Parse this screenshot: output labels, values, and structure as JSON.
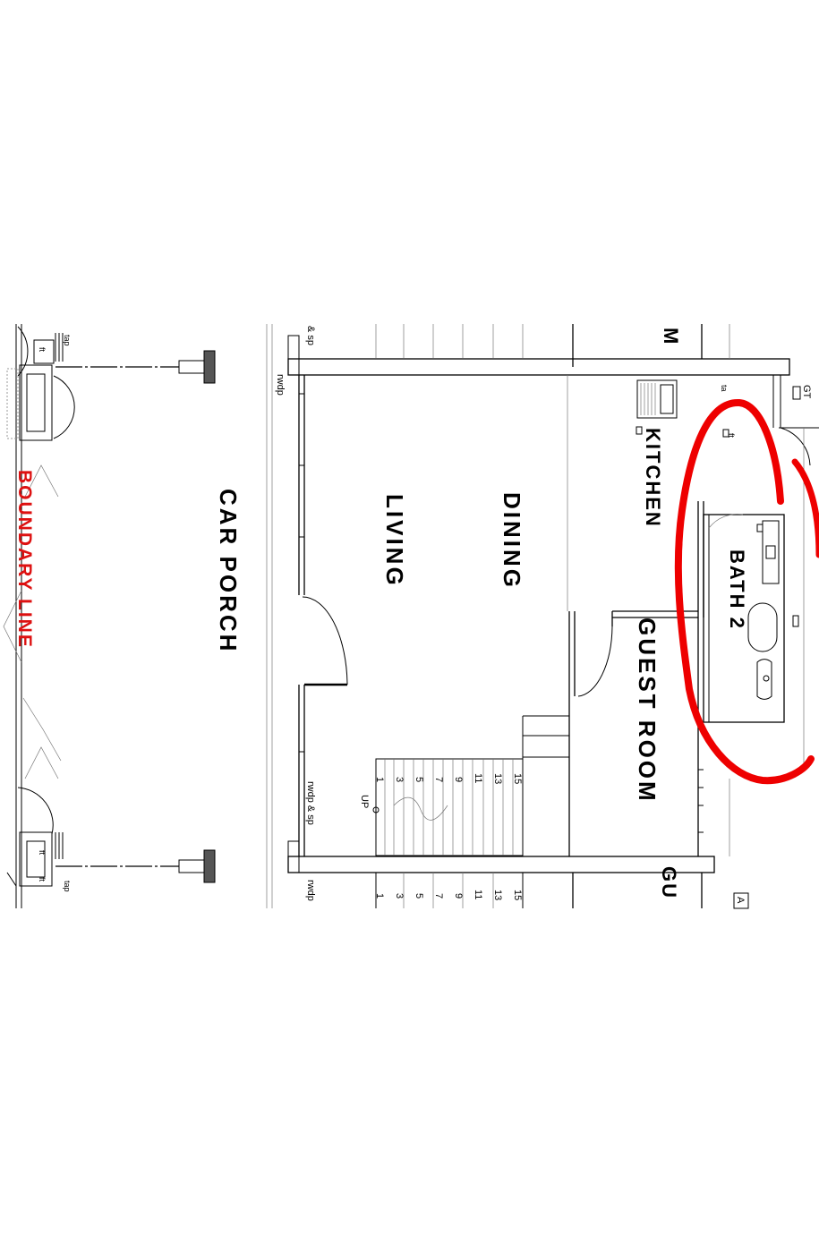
{
  "plan": {
    "rooms": {
      "car_porch": "CAR PORCH",
      "living": "LIVING",
      "dining": "DINING",
      "kitchen": "KITCHEN",
      "guest_room": "GUEST ROOM",
      "bath_2": "BATH 2",
      "room_partial_top": "M",
      "room_partial_bottom": "GU"
    },
    "boundary_label": "BOUNDARY LINE",
    "annotations": {
      "tap_top": "tap",
      "tap_bottom": "tap",
      "ft_top": "ft",
      "ft_bottom_a": "ft",
      "ft_bottom_b": "ft",
      "rwdp_sp_top": "& sp",
      "rwdp_top": "rwdp",
      "rwdp_sp_bottom": "rwdp & sp",
      "rwdp_bottom": "rwdp",
      "gt": "GT",
      "kitchen_ft": "ft",
      "kitchen_tap": "ta",
      "stair_up": "UP",
      "partial_right": "A"
    },
    "stair_numbers": {
      "upper": [
        "1",
        "3",
        "5",
        "7",
        "9",
        "11",
        "13",
        "15"
      ],
      "lower": [
        "1",
        "3",
        "5",
        "7",
        "9",
        "11",
        "13",
        "15"
      ]
    },
    "markup": {
      "color": "#ee0000"
    },
    "colors": {
      "boundary": "#dd1111",
      "ink": "#000000"
    }
  }
}
